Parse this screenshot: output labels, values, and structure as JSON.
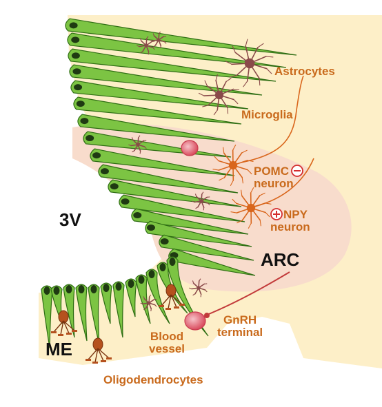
{
  "labels": {
    "astrocytes": "Astrocytes",
    "microglia": "Microglia",
    "pomc_line1": "POMC",
    "pomc_line2": "neuron",
    "npy_line1": "NPY",
    "npy_line2": "neuron",
    "third_ventricle": "3V",
    "arc": "ARC",
    "me": "ME",
    "gnrh_line1": "GnRH",
    "gnrh_line2": "terminal",
    "blood_line1": "Blood",
    "blood_line2": "vessel",
    "oligodendrocytes": "Oligodendrocytes"
  },
  "icons": {
    "pomc_sign": "minus-circle-icon",
    "npy_sign": "plus-circle-icon"
  },
  "colors": {
    "background_tissue": "#fdefc8",
    "arc_region": "#f8dccc",
    "tanycyte_fill": "#7cc443",
    "tanycyte_stroke": "#2f6e14",
    "nucleus": "#1f3a12",
    "label_orange": "#c96a1c",
    "neuron_orange": "#d9661c",
    "astrocyte_brown": "#8a4a4a",
    "vessel_red": "#e36a78",
    "sign_red": "#d42d2d"
  }
}
